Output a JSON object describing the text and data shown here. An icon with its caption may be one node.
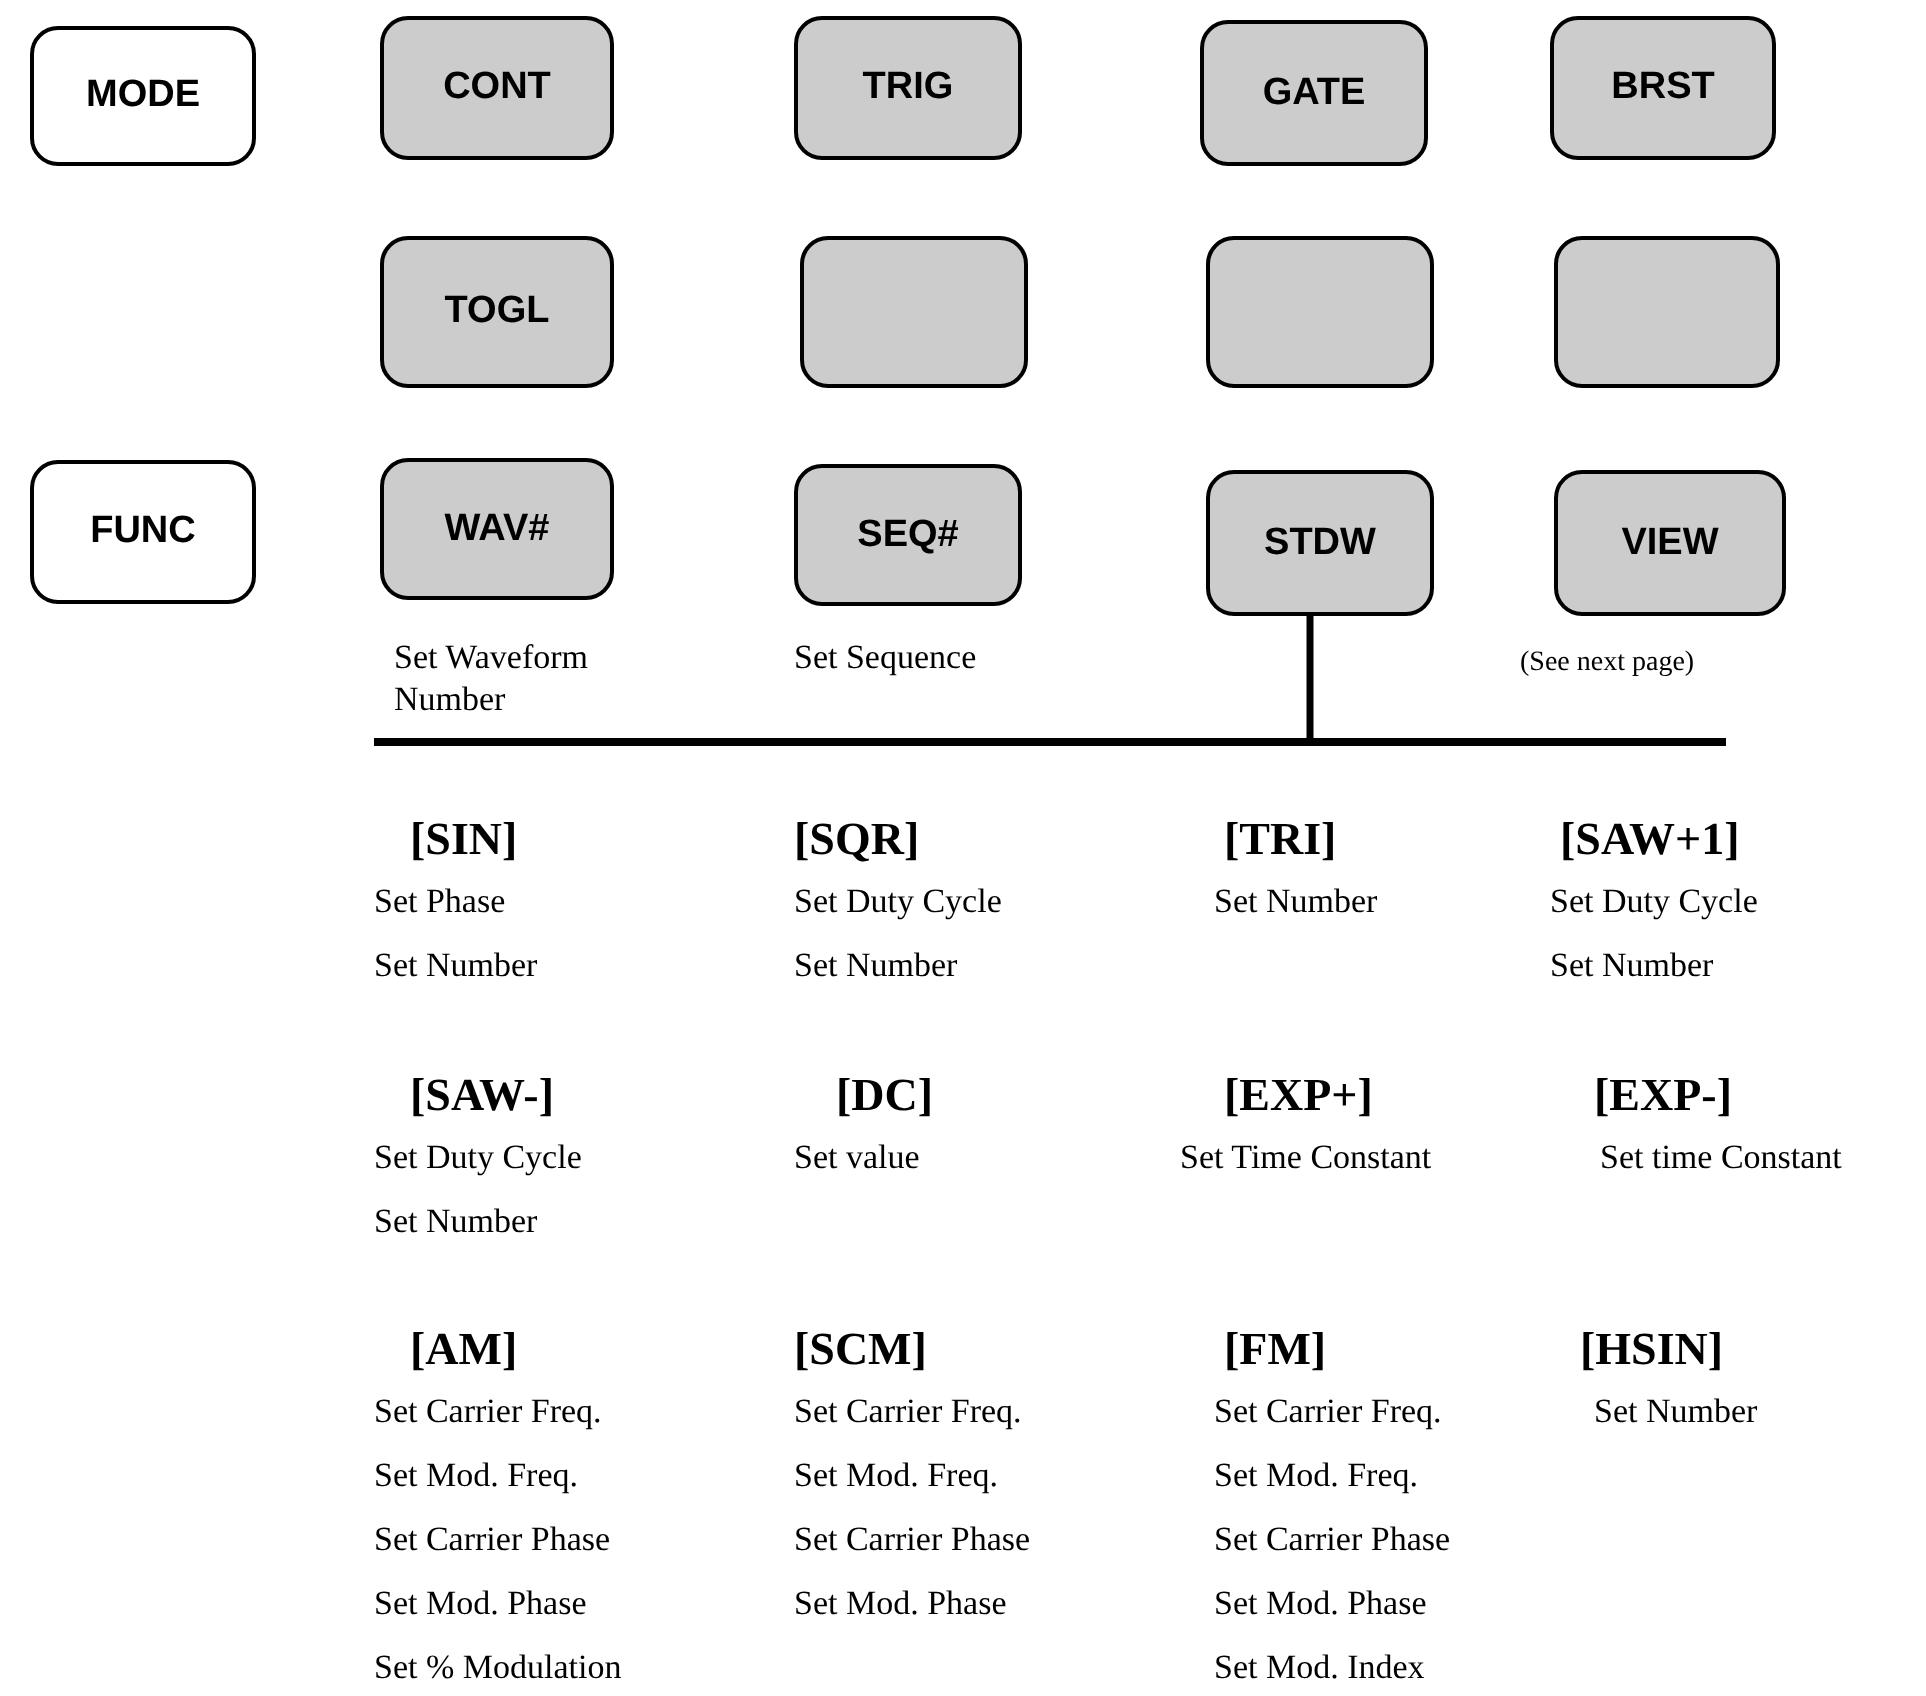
{
  "diagram": {
    "nodes": [
      {
        "text": [
          "MODE"
        ]
      },
      {
        "text": [
          "CONT"
        ]
      },
      {
        "text": [
          "TRIG"
        ]
      },
      {
        "text": [
          "GATE"
        ]
      },
      {
        "text": [
          "BRST"
        ]
      },
      {
        "text": [
          "TOGL"
        ]
      },
      {
        "text": [],
        "shape": "box"
      },
      {
        "text": [],
        "shape": "box"
      },
      {
        "text": [],
        "shape": "box"
      },
      {
        "text": [
          "FUNC"
        ]
      },
      {
        "text": [
          "WAV#"
        ],
        "beside": [
          "Set Waveform Number"
        ]
      },
      {
        "text": [
          "SEQ#"
        ],
        "beside": [
          "Set Sequence"
        ]
      },
      {
        "text": [
          "STDW"
        ]
      },
      {
        "text": [
          "VIEW"
        ],
        "beside": [
          "(See next page)"
        ]
      },
      {
        "text": [],
        "shape": "bar"
      }
    ],
    "edges": [
      {
        "from": 12,
        "to": 14,
        "arrow": "none"
      }
    ],
    "labels": [
      "[SIN]",
      "Set Phase",
      "Set Number",
      "[SQR]",
      "Set Duty Cycle",
      "Set Number",
      "[TRI]",
      "Set Number",
      "[SAW+1]",
      "Set Duty Cycle",
      "Set Number",
      "[SAW-]",
      "Set Duty Cycle",
      "Set Number",
      "[DC]",
      "Set value",
      "[EXP+]",
      "Set Time Constant",
      "[EXP-]",
      "Set time Constant",
      "[AM]",
      "Set Carrier Freq.",
      "Set Mod. Freq.",
      "Set Carrier Phase",
      "Set Mod. Phase",
      "Set % Modulation",
      "[SCM]",
      "Set Carrier Freq.",
      "Set Mod. Freq.",
      "Set Carrier Phase",
      "Set Mod. Phase",
      "[FM]",
      "Set Carrier Freq.",
      "Set Mod. Freq.",
      "Set Carrier Phase",
      "Set Mod. Phase",
      "Set Mod. Index",
      "[HSIN]",
      "Set Number"
    ]
  }
}
